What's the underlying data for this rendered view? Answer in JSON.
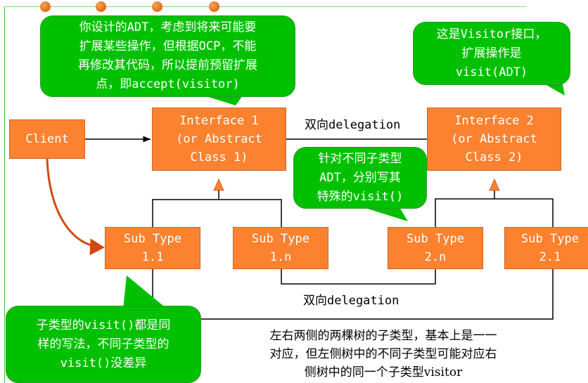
{
  "decor": {
    "dot_color": "#f07d26",
    "frame_color": "#3cc33c",
    "box_color": "#fd8230",
    "bubble_color": "#00c000"
  },
  "boxes": {
    "client": "Client",
    "interface1": "Interface 1\n(or Abstract\nClass 1)",
    "interface2": "Interface 2\n(or Abstract\nClass 2)",
    "sub11": "Sub Type\n1.1",
    "sub1n": "Sub Type\n1.n",
    "sub2n": "Sub Type\n2.n",
    "sub21": "Sub Type\n2.1"
  },
  "labels": {
    "delegation_top": "双向delegation",
    "delegation_bottom": "双向delegation"
  },
  "bubbles": {
    "adt_note": "你设计的ADT，考虑到将来可能要\n扩展某些操作，但根据OCP，不能\n再修改其代码，所以提前预留扩展\n点，即accept(visitor)",
    "visitor_note": "这是Visitor接口，\n扩展操作是\nvisit(ADT)",
    "subtype_visit_note": "针对不同子类型\nADT，分别写其\n特殊的visit()",
    "same_visit_note": "子类型的visit()都是同\n样的写法，不同子类型的\nvisit()没差异"
  },
  "note": "左右两侧的两棵树的子类型，基本上是一一\n对应，但左侧树中的不同子类型可能对应右\n侧树中的同一个子类型visitor"
}
